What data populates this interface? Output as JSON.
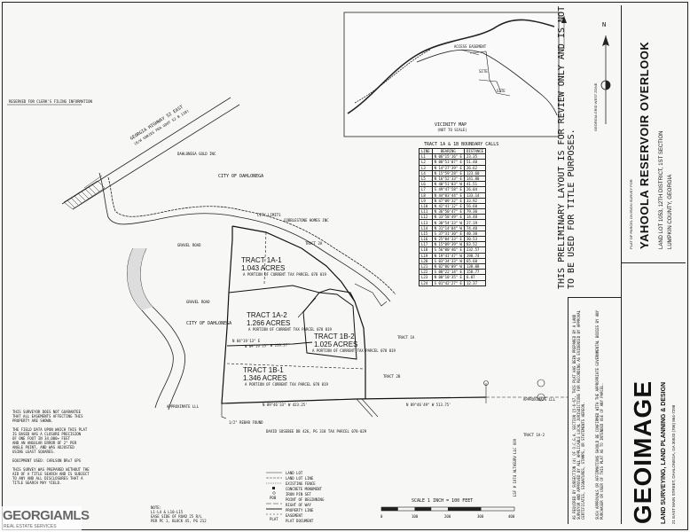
{
  "title_block": {
    "project": "YAHOOLA RESERVOIR OVERLOOK",
    "subtitle": "PLAT OF PARCEL DIVISION SURVEY FOR",
    "location": "LAND LOT 1053, 12TH DISTRICT, 1ST SECTION",
    "county": "LUMPKIN COUNTY, GEORGIA",
    "preliminary": "THIS PRELIMINARY LAYOUT IS FOR REVIEW ONLY AND IS NOT TO BE USED FOR TITLE PURPOSES.",
    "grid_zone": "GEORGIA GRID WEST ZONE"
  },
  "firm": {
    "name": "GEOIMAGE",
    "tagline": "LAND SURVEYING, LAND PLANNING & DESIGN",
    "address": "21 EAST MAIN STREET, DAHLONEGA, GA 30533  (706) 864-7298",
    "license": "LSF # 1074  ALTASURV LLC 009"
  },
  "clerk_note": "RESERVED FOR CLERK'S FILING INFORMATION",
  "vicinity_map": {
    "caption": "VICINITY MAP",
    "note": "(NOT TO SCALE)",
    "labels": [
      "ACCESS EASEMENT",
      "SITE",
      "SITE"
    ]
  },
  "highway": {
    "name": "GEORGIA HIGHWAY 52 EAST",
    "row": "(R/W VARIES PER GDOT 52 B 118)"
  },
  "tracts": [
    {
      "id": "TRACT 1A-1",
      "area": "1.043 ACRES",
      "desc": "A PORTION OF CURRENT TAX PARCEL 078 019"
    },
    {
      "id": "TRACT 1A-2",
      "area": "1.266 ACRES",
      "desc": "A PORTION OF CURRENT TAX PARCEL 078 019"
    },
    {
      "id": "TRACT 1B-2",
      "area": "1.025 ACRES",
      "desc": "A PORTION OF CURRENT TAX PARCEL 078 019"
    },
    {
      "id": "TRACT 1B-1",
      "area": "1.346 ACRES",
      "desc": "A PORTION OF CURRENT TAX PARCEL 078 019"
    }
  ],
  "map_labels": {
    "city_dahlonega_1": "CITY OF DAHLONEGA",
    "city_dahlonega_2": "CITY OF DAHLONEGA",
    "city_limits": "CITY LIMITS",
    "gravel_road_1": "GRAVEL ROAD",
    "gravel_road_2": "GRAVEL ROAD",
    "cobblestone": "COBBLESTONE HOMES INC",
    "dahlonega_gold": "DAHLONEGA GOLD INC",
    "approx_ll_1": "APPROXIMATE LLL",
    "approx_ll_2": "APPROXIMATE LLL",
    "tract2a": "TRACT 2A",
    "tract2b": "TRACT 2B",
    "tract1a": "TRACT 1A",
    "tract_1a2_right": "TRACT 1A-2",
    "bearing_1": "N 89°46'33\" W  423.25'",
    "bearing_2": "N 89°46'49\" W  513.75'",
    "bearing_3": "N 84°19'13\" W  239.27'",
    "bearing_4": "N 84°19'13\" E",
    "rebar": "1/2\" REBAR FOUND",
    "david": "DAVID SOSEBEE DB 426, PG 318 TAX PARCEL 078-029"
  },
  "scale": {
    "label": "SCALE  1 INCH = 100 FEET",
    "ticks": [
      "0",
      "100",
      "200",
      "300",
      "400"
    ]
  },
  "boundary_calls": {
    "title": "TRACT 1A & 1B BOUNDARY CALLS",
    "columns": [
      "LINE",
      "BEARING",
      "DISTANCE"
    ],
    "rows": [
      [
        "L1",
        "N 06°15'16\" E",
        "23.35"
      ],
      [
        "L2",
        "N 08°51'07\" E",
        "51.40"
      ],
      [
        "L3",
        "N 14°27'39\" E",
        "26.62"
      ],
      [
        "L4",
        "N 15°59'28\" E",
        "123.60"
      ],
      [
        "L5",
        "N 16°52'33\" E",
        "141.80"
      ],
      [
        "L6",
        "N 40°51'03\" W",
        "41.51"
      ],
      [
        "L7",
        "S 49°47'58\" E",
        "26.04"
      ],
      [
        "L8",
        "N 44°03'44\" E",
        "133.14"
      ],
      [
        "L9",
        "N 47°09'32\" E",
        "33.92"
      ],
      [
        "L10",
        "N 42°41'12\" E",
        "56.60"
      ],
      [
        "L11",
        "N 36°50'47\" E",
        "79.30"
      ],
      [
        "L12",
        "N 33°58'49\" E",
        "14.48"
      ],
      [
        "L13",
        "N 30°54'33\" W",
        "27.19"
      ],
      [
        "L14",
        "N 31°14'04\" W",
        "74.40"
      ],
      [
        "L15",
        "S 37°31'30\" E",
        "40.30"
      ],
      [
        "L16",
        "N 25°04'33\" E",
        "30.53"
      ],
      [
        "L17",
        "N 15°09'39\" W",
        "83.52"
      ],
      [
        "L18",
        "S 56°00'46\" E",
        "232.57"
      ],
      [
        "L19",
        "N 19°41'47\" W",
        "198.74"
      ],
      [
        "L20",
        "S 03°34'33\" W",
        "65.60"
      ],
      [
        "L21",
        "N 82°06'09\" W",
        "138.08"
      ],
      [
        "L22",
        "S 00°22'14\" E",
        "158.77"
      ],
      [
        "L23",
        "N 00°10'35\" E",
        "6.07"
      ],
      [
        "L24",
        "S 01°42'27\" E",
        "12.37"
      ]
    ]
  },
  "legend": [
    "LAND LOT",
    "LAND LOT LINE",
    "EXISTING FENCE",
    "CONCRETE MONUMENT",
    "IRON PIN SET",
    "POINT OF BEGINNING",
    "RIGHT OF WAY",
    "PROPERTY LINE",
    "EASEMENT",
    "PLAT DOCUMENT"
  ],
  "notes_left": "THIS SURVEYOR DOES NOT GUARANTEE\nTHAT ALL EASEMENTS AFFECTING THIS\nPROPERTY ARE SHOWN.\n\nTHE FIELD DATA UPON WHICH THIS PLAT\nIS BASED HAS A CLOSURE PRECISION\nOF ONE FOOT IN 34,000+ FEET\nAND AN ANGULAR ERROR OF 2\" PER\nANGLE POINT, AND WAS ADJUSTED\nUSING LEAST SQUARES.\n\nEQUIPMENT USED: CARLSON BRx7 GPS\n\nTHIS SURVEY WAS PREPARED WITHOUT THE\nAID OF A TITLE SEARCH AND IS SUBJECT\nTO ANY AND ALL DISCLOSURES THAT A\nTITLE SEARCH MAY YIELD.",
  "notes_bottom": "NOTE:\nL1-L4 & L10-L15\nEASE SIDE OF ROAD 25 R/L\nPER PC 1, BLOCK 45, PG 212",
  "cert_text": "AS REQUIRED BY SUBSECTION (d) OF O.C.G.A. SECTION 15-6-67, THIS PLAT HAS BEEN PREPARED BY A LAND SURVEYOR AND APPROVED BY ALL APPLICABLE LOCAL JURISDICTIONS FOR RECORDING AS EVIDENCED BY APPROVAL CERTIFICATES, SIGNATURES, STAMPS, OR STATEMENTS HEREON.",
  "cert_text2": "SUCH APPROVALS OR AFFIRMATIONS SHOULD BE CONFIRMED WITH THE APPROPRIATE GOVERNMENTAL BODIES BY ANY PURCHASER OR USER OF THIS PLAT AS TO INTENDED USE OF ANY PARCEL.",
  "watermark": {
    "brand": "GEORGIAMLS",
    "sub": "REAL ESTATE SERVICES"
  },
  "north": "N"
}
